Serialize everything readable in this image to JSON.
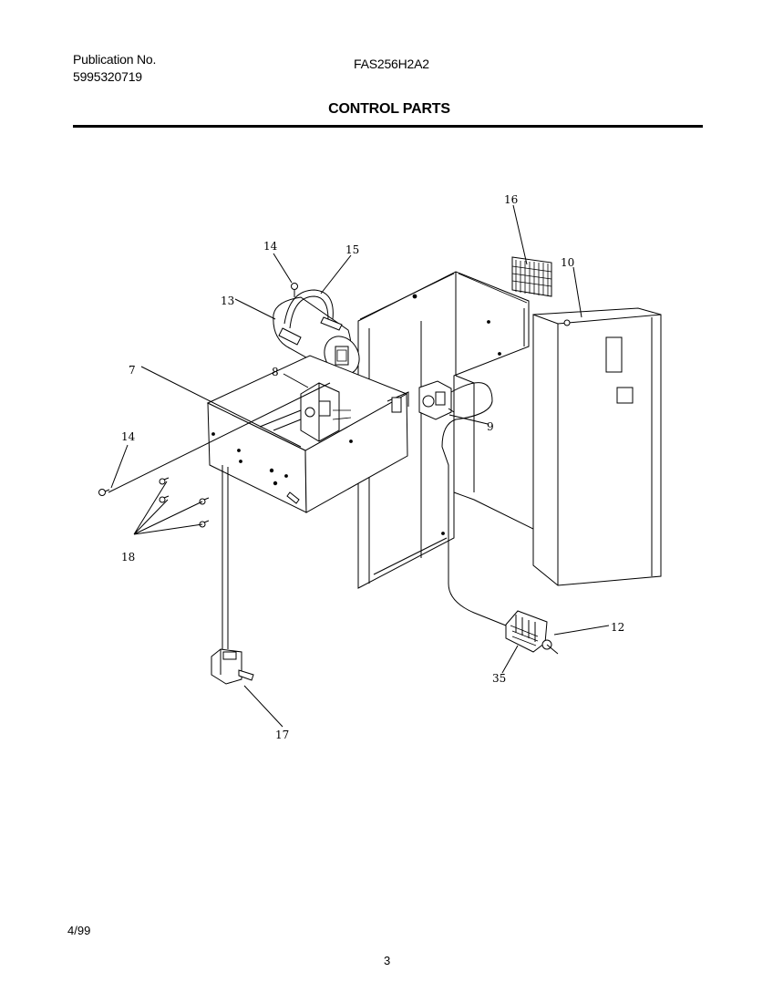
{
  "header": {
    "publication_label": "Publication No.",
    "publication_number": "5995320719",
    "model_number": "FAS256H2A2",
    "section_title": "CONTROL PARTS"
  },
  "footer": {
    "date": "4/99",
    "page_number": "3"
  },
  "callouts": {
    "c7": "7",
    "c8": "8",
    "c9": "9",
    "c10": "10",
    "c12": "12",
    "c13": "13",
    "c14a": "14",
    "c14b": "14",
    "c15": "15",
    "c16": "16",
    "c17": "17",
    "c18": "18",
    "c35": "35"
  }
}
